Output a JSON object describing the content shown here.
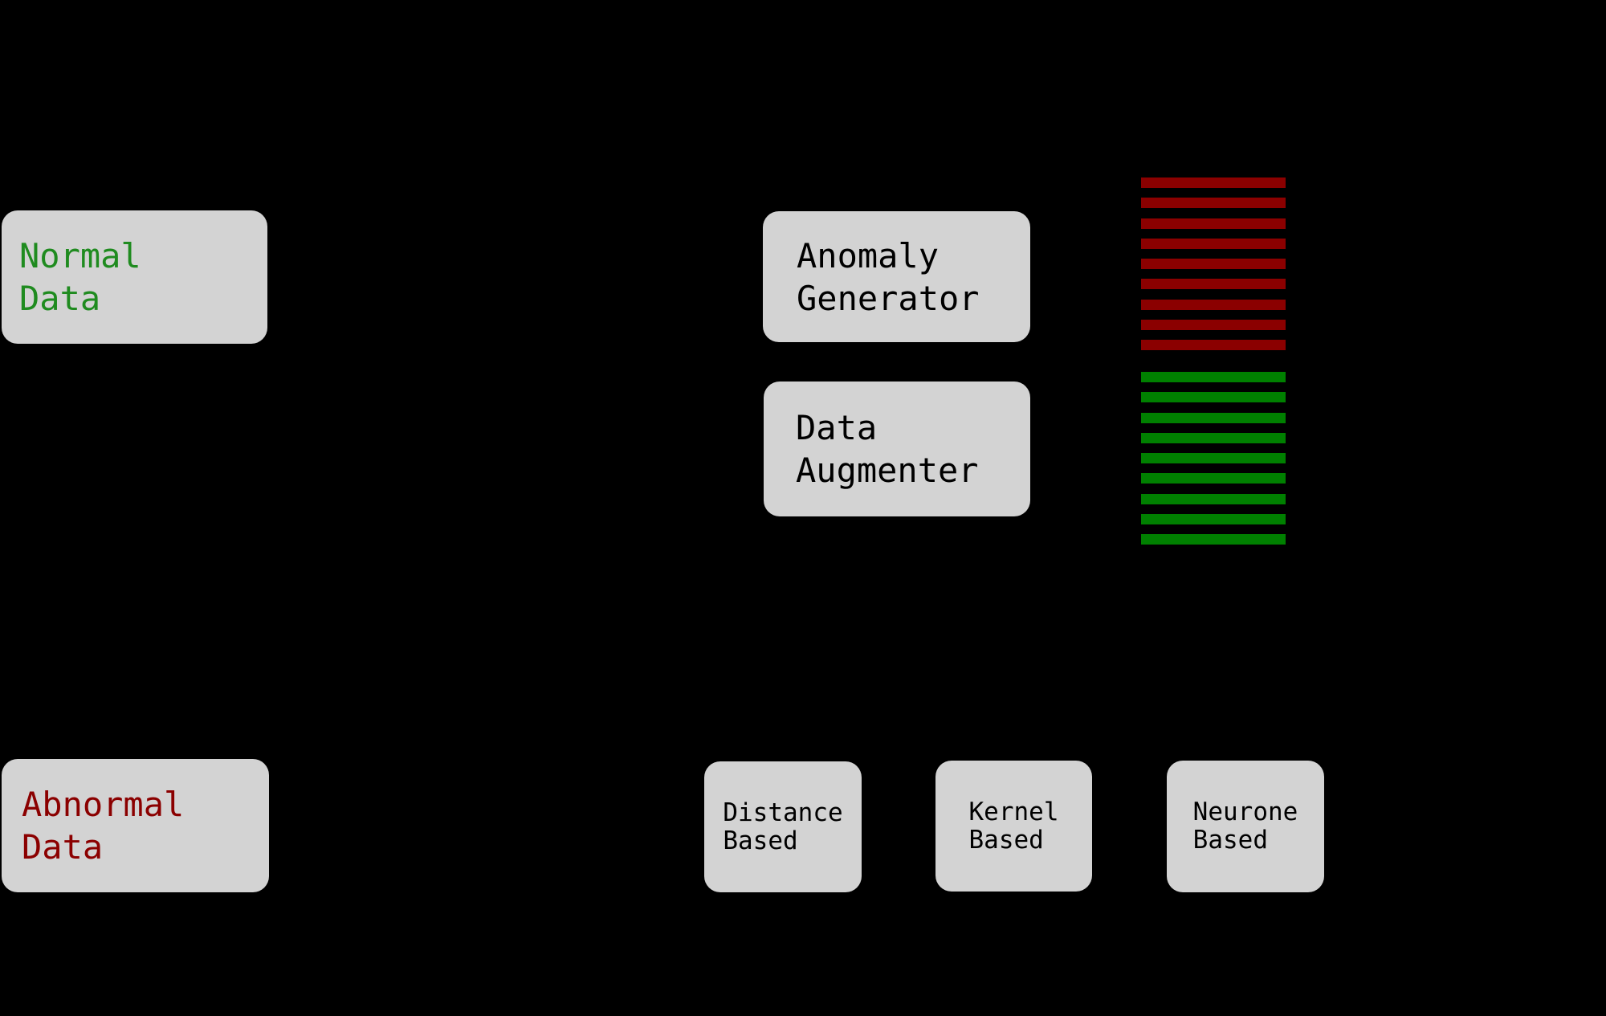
{
  "diagram": {
    "background_color": "#000000",
    "node_fill_color": "#d3d3d3"
  },
  "nodes": {
    "normal_data": {
      "line1": "Normal",
      "line2": "Data",
      "text_color": "#1f8b1f"
    },
    "abnormal_data": {
      "line1": "Abnormal",
      "line2": "Data",
      "text_color": "#8b0000"
    },
    "anomaly_generator": {
      "line1": "Anomaly",
      "line2": "Generator",
      "text_color": "#000000"
    },
    "data_augmenter": {
      "line1": "Data",
      "line2": "Augmenter",
      "text_color": "#000000"
    },
    "distance_based": {
      "line1": "Distance",
      "line2": "Based",
      "text_color": "#000000"
    },
    "kernel_based": {
      "line1": "Kernel",
      "line2": "Based",
      "text_color": "#000000"
    },
    "neurone_based": {
      "line1": "Neurone",
      "line2": "Based",
      "text_color": "#000000"
    }
  },
  "stripe_stacks": {
    "anomalous_records": {
      "count": 9,
      "color": "#8b0000"
    },
    "normal_records": {
      "count": 9,
      "color": "#008000"
    }
  }
}
